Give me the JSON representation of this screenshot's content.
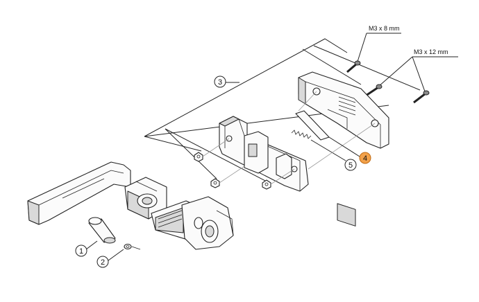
{
  "labels": {
    "screw_a": "M3 x 8 mm",
    "screw_b": "M3 x 12 mm"
  },
  "callouts": {
    "c1": "1",
    "c2": "2",
    "c3": "3",
    "c4": "4",
    "c5": "5"
  },
  "colors": {
    "highlight": "#f2a14a",
    "highlight_stroke": "#c06a12"
  }
}
